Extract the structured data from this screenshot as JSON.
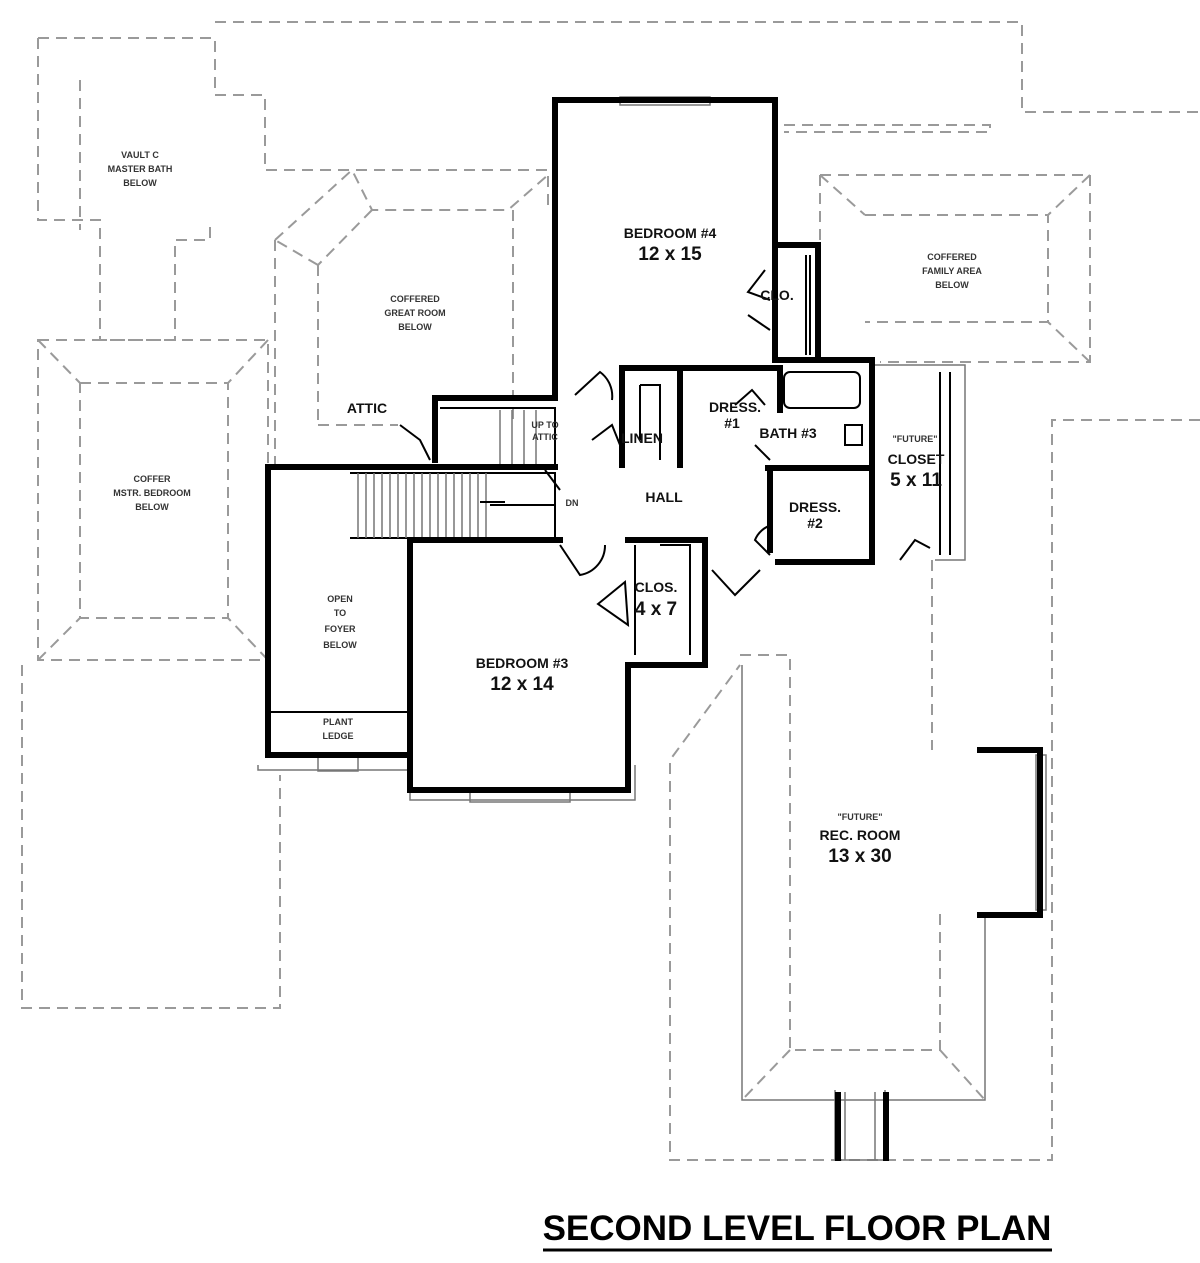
{
  "title": "SECOND LEVEL FLOOR PLAN",
  "below_notes": {
    "master_bath": [
      "VAULT C",
      "MASTER BATH",
      "BELOW"
    ],
    "great_room": [
      "COFFERED",
      "GREAT ROOM",
      "BELOW"
    ],
    "master_bedroom": [
      "COFFER",
      "MSTR. BEDROOM",
      "BELOW"
    ],
    "family_area": [
      "COFFERED",
      "FAMILY AREA",
      "BELOW"
    ],
    "foyer": [
      "OPEN",
      "TO",
      "FOYER",
      "BELOW"
    ]
  },
  "rooms": {
    "bedroom4": {
      "name": "BEDROOM #4",
      "size": "12 x 15"
    },
    "bedroom3": {
      "name": "BEDROOM #3",
      "size": "12 x 14"
    },
    "rec_room": {
      "tag": "\"FUTURE\"",
      "name": "REC. ROOM",
      "size": "13 x 30"
    },
    "closet": {
      "tag": "\"FUTURE\"",
      "name": "CLOSET",
      "size": "5 x 11"
    },
    "clos": {
      "name": "CLOS.",
      "size": "4 x 7"
    },
    "clo": "CLO.",
    "linen": "LINEN",
    "dress1": [
      "DRESS.",
      "#1"
    ],
    "dress2": [
      "DRESS.",
      "#2"
    ],
    "bath3": "BATH #3",
    "hall": "HALL",
    "attic": "ATTIC",
    "up_to_attic": [
      "UP TO",
      "ATTIC"
    ],
    "dn": "DN",
    "plant_ledge": [
      "PLANT",
      "LEDGE"
    ]
  }
}
